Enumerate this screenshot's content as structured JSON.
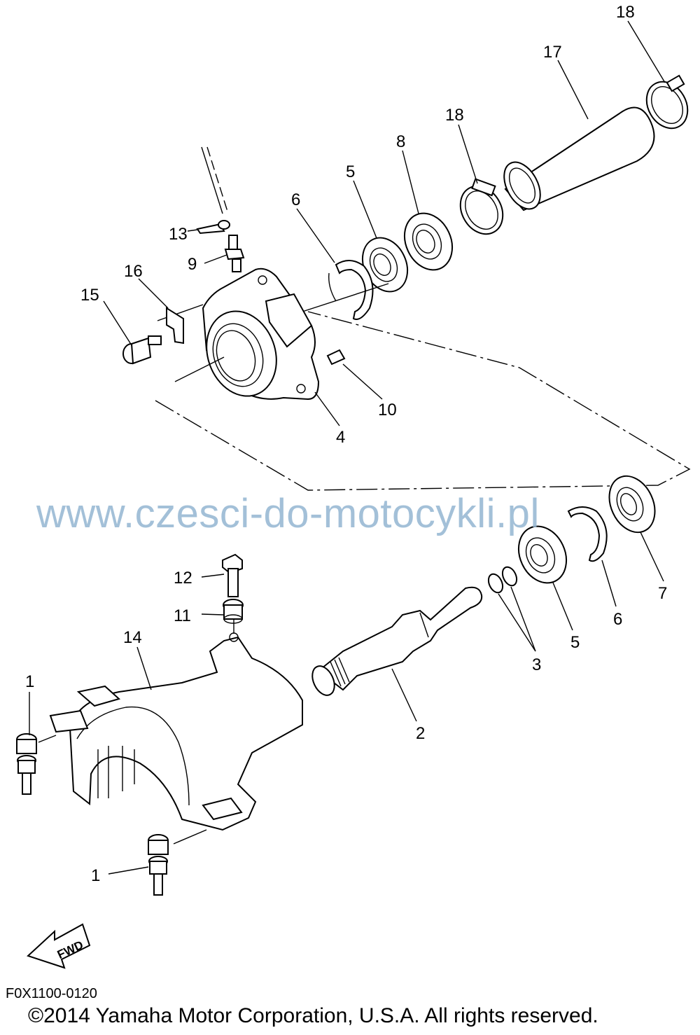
{
  "diagram": {
    "callouts": [
      {
        "id": "c18a",
        "label": "18"
      },
      {
        "id": "c17",
        "label": "17"
      },
      {
        "id": "c18b",
        "label": "18"
      },
      {
        "id": "c8",
        "label": "8"
      },
      {
        "id": "c5a",
        "label": "5"
      },
      {
        "id": "c6a",
        "label": "6"
      },
      {
        "id": "c13",
        "label": "13"
      },
      {
        "id": "c9",
        "label": "9"
      },
      {
        "id": "c16",
        "label": "16"
      },
      {
        "id": "c15",
        "label": "15"
      },
      {
        "id": "c10",
        "label": "10"
      },
      {
        "id": "c4",
        "label": "4"
      },
      {
        "id": "c7",
        "label": "7"
      },
      {
        "id": "c6b",
        "label": "6"
      },
      {
        "id": "c5b",
        "label": "5"
      },
      {
        "id": "c3",
        "label": "3"
      },
      {
        "id": "c2",
        "label": "2"
      },
      {
        "id": "c12",
        "label": "12"
      },
      {
        "id": "c11",
        "label": "11"
      },
      {
        "id": "c14",
        "label": "14"
      },
      {
        "id": "c1a",
        "label": "1"
      },
      {
        "id": "c1b",
        "label": "1"
      }
    ],
    "fwd_label": "FWD",
    "watermark": "www.czesci-do-motocykli.pl",
    "drawing_code": "F0X1100-0120",
    "copyright": "©2014 Yamaha Motor Corporation, U.S.A. All rights reserved."
  }
}
